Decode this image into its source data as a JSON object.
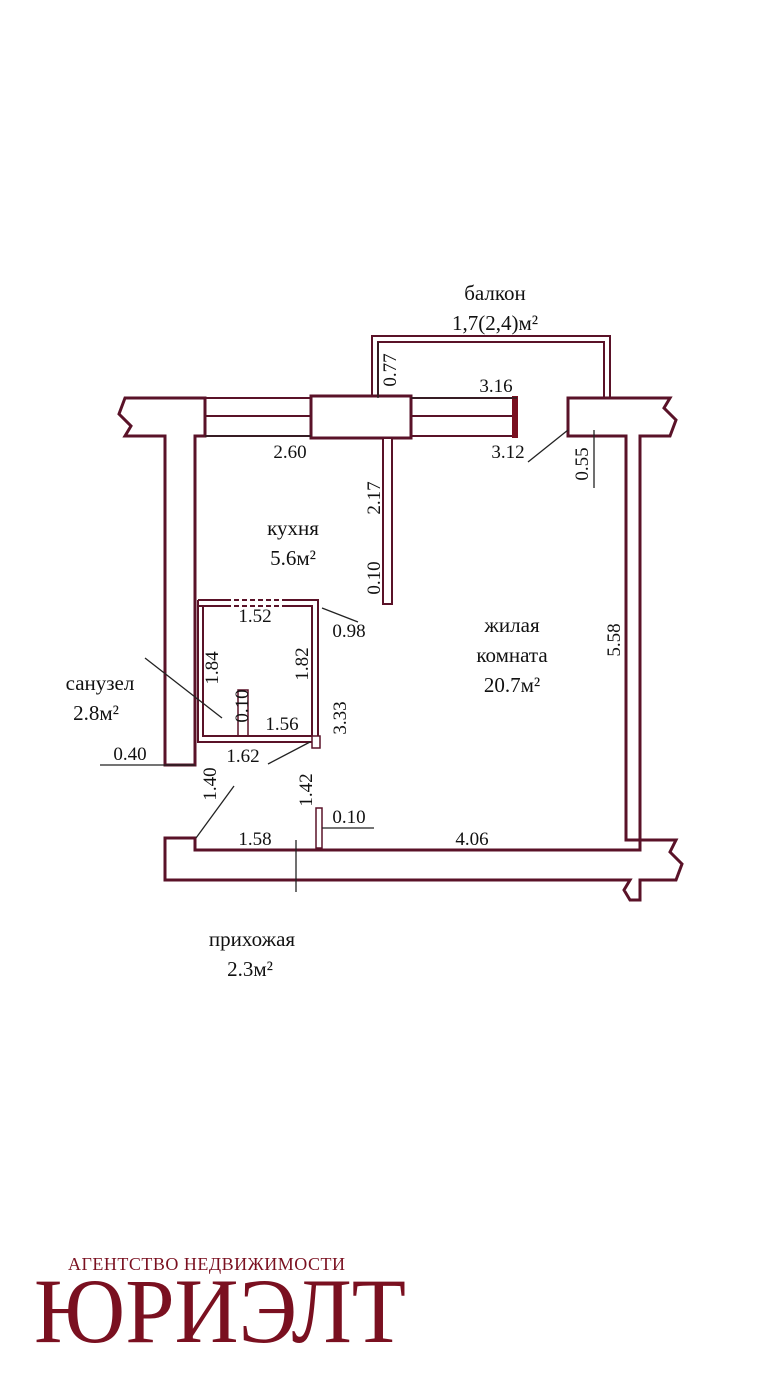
{
  "rooms": {
    "balcony": {
      "name": "балкон",
      "area": "1,7(2,4)м²"
    },
    "kitchen": {
      "name": "кухня",
      "area": "5.6м²"
    },
    "living": {
      "name_line1": "жилая",
      "name_line2": "комната",
      "area": "20.7м²"
    },
    "bathroom": {
      "name": "санузел",
      "area": "2.8м²"
    },
    "hallway": {
      "name": "прихожая",
      "area": "2.3м²"
    }
  },
  "dimensions": {
    "balcony_depth": "0.77",
    "window_right": "3.16",
    "kitchen_width": "2.60",
    "living_width_top": "3.12",
    "wall_right_small": "0.55",
    "kitchen_partition": "2.17",
    "partition_gap": "0.10",
    "bath_door_width": "1.52",
    "bath_corner": "0.98",
    "living_height": "5.58",
    "bath_left_height": "1.84",
    "bath_right_height": "1.82",
    "bath_inner_gap": "0.10",
    "bath_bottom_inner": "1.56",
    "bath_bottom": "1.62",
    "hall_height": "3.33",
    "wall_thickness": "0.40",
    "hall_diag": "1.40",
    "hall_door": "1.42",
    "hall_post": "0.10",
    "hall_width": "1.58",
    "living_bottom": "4.06"
  },
  "agency": {
    "subtitle": "АГЕНТСТВО НЕДВИЖИМОСТИ",
    "name": "ЮРИЭЛТ"
  },
  "colors": {
    "walls": "#5a1228",
    "brand": "#7a1020"
  }
}
